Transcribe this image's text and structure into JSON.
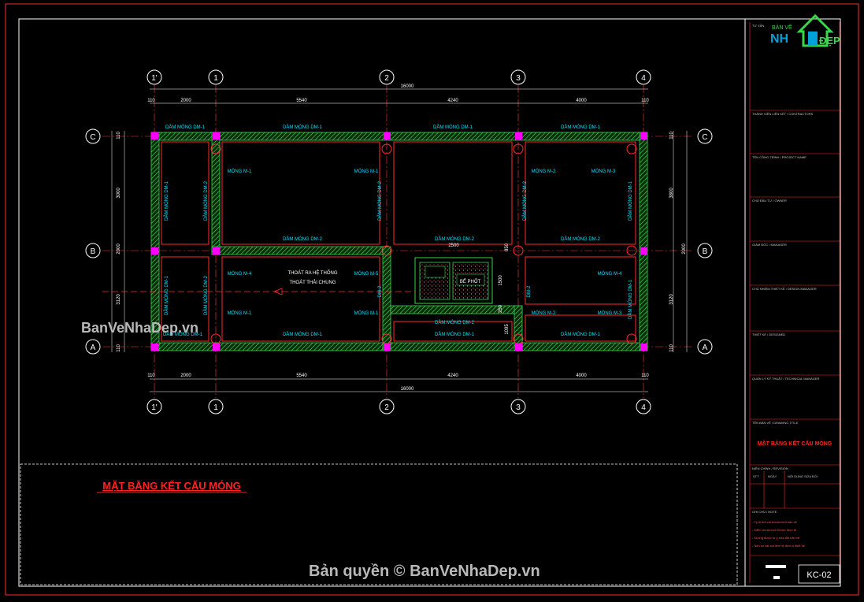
{
  "drawing": {
    "title": "MẶT BẰNG KẾT CẤU MÓNG",
    "watermark": "BanVeNhaDep.vn",
    "copyright": "Bản quyền © BanVeNhaDep.vn",
    "sheet_code": "KC-02",
    "logo": "BẢN VẼ NHÀ ĐẸP"
  },
  "axes": {
    "cols": [
      "1'",
      "1",
      "2",
      "3",
      "4"
    ],
    "rows": [
      "C",
      "B",
      "A"
    ],
    "dims_top": [
      "110",
      "2000",
      "5540",
      "4240",
      "4000",
      "110"
    ],
    "dims_total": "16000",
    "dims_bottom": [
      "110",
      "2000",
      "5540",
      "4240",
      "4000",
      "110"
    ],
    "dims_left": [
      "110",
      "3000",
      "2000",
      "3120",
      "110"
    ],
    "dims_right": [
      "110",
      "3800",
      "2000",
      "3120",
      "110"
    ]
  },
  "labels": {
    "beam_da1": "DẦM MÓNG DM-1",
    "beam_da2": "DẦM MÓNG DM-2",
    "beam_vert1": "DẦM MÓNG DM-1",
    "beam_vert2": "DẦM MÓNG DM-2",
    "m1": "MÓNG M-1",
    "m2": "MÓNG M-2",
    "m3": "MÓNG M-3",
    "m4": "MÓNG M-4",
    "m5": "MÓNG M-5",
    "drain1": "THOÁT RA HỆ THỐNG",
    "drain2": "THOÁT THẢI CHUNG",
    "septic": "BỂ PHỐT",
    "dm2_short": "DM-2",
    "d2500": "2500",
    "d850": "850",
    "d1500": "1500",
    "d250": "250",
    "d1095": "1095"
  },
  "title_block": {
    "rows": [
      "TƯ VẤN",
      "THÀNH VIÊN LIÊN KẾT / CONTRACTORS",
      "TÊN CÔNG TRÌNH / PROJECT NAME",
      "CHỦ ĐẦU TƯ / OWNER",
      "GIÁM ĐỐC / MANAGER",
      "CHỦ NHIỆM THIẾT KẾ / DESIGN MANAGER",
      "THIẾT KẾ / DESIGNED",
      "QUẢN LÝ KỸ THUẬT / TECHNICAL MANAGER",
      "TÊN BẢN VẼ / DRAWING TITLE"
    ],
    "drawing_title": "MẶT BẰNG KẾT CẤU MÓNG",
    "revision": "NIÊN CHỈNH / REVISION",
    "rev_cols": [
      "STT",
      "NGÀY",
      "NỘI DUNG SỬA ĐỔI"
    ],
    "notes_head": "GHI CHÚ / NOTE",
    "notes": [
      "- Tỷ lệ đối với khuôn khổ bản vẽ",
      "- Kiểm tra lại kích thước thực tế",
      "- Không được tự ý sửa đổi bản vẽ",
      "- Nếu có sai sót liên hệ đơn vị thiết kế"
    ]
  },
  "colors": {
    "background": "#000000",
    "frame": "#ffffff",
    "border_red": "#ff2a2a",
    "wall_green": "#39d64a",
    "column_magenta": "#ff00ff",
    "text_cyan": "#00e5ff",
    "title_red": "#ff2222"
  }
}
